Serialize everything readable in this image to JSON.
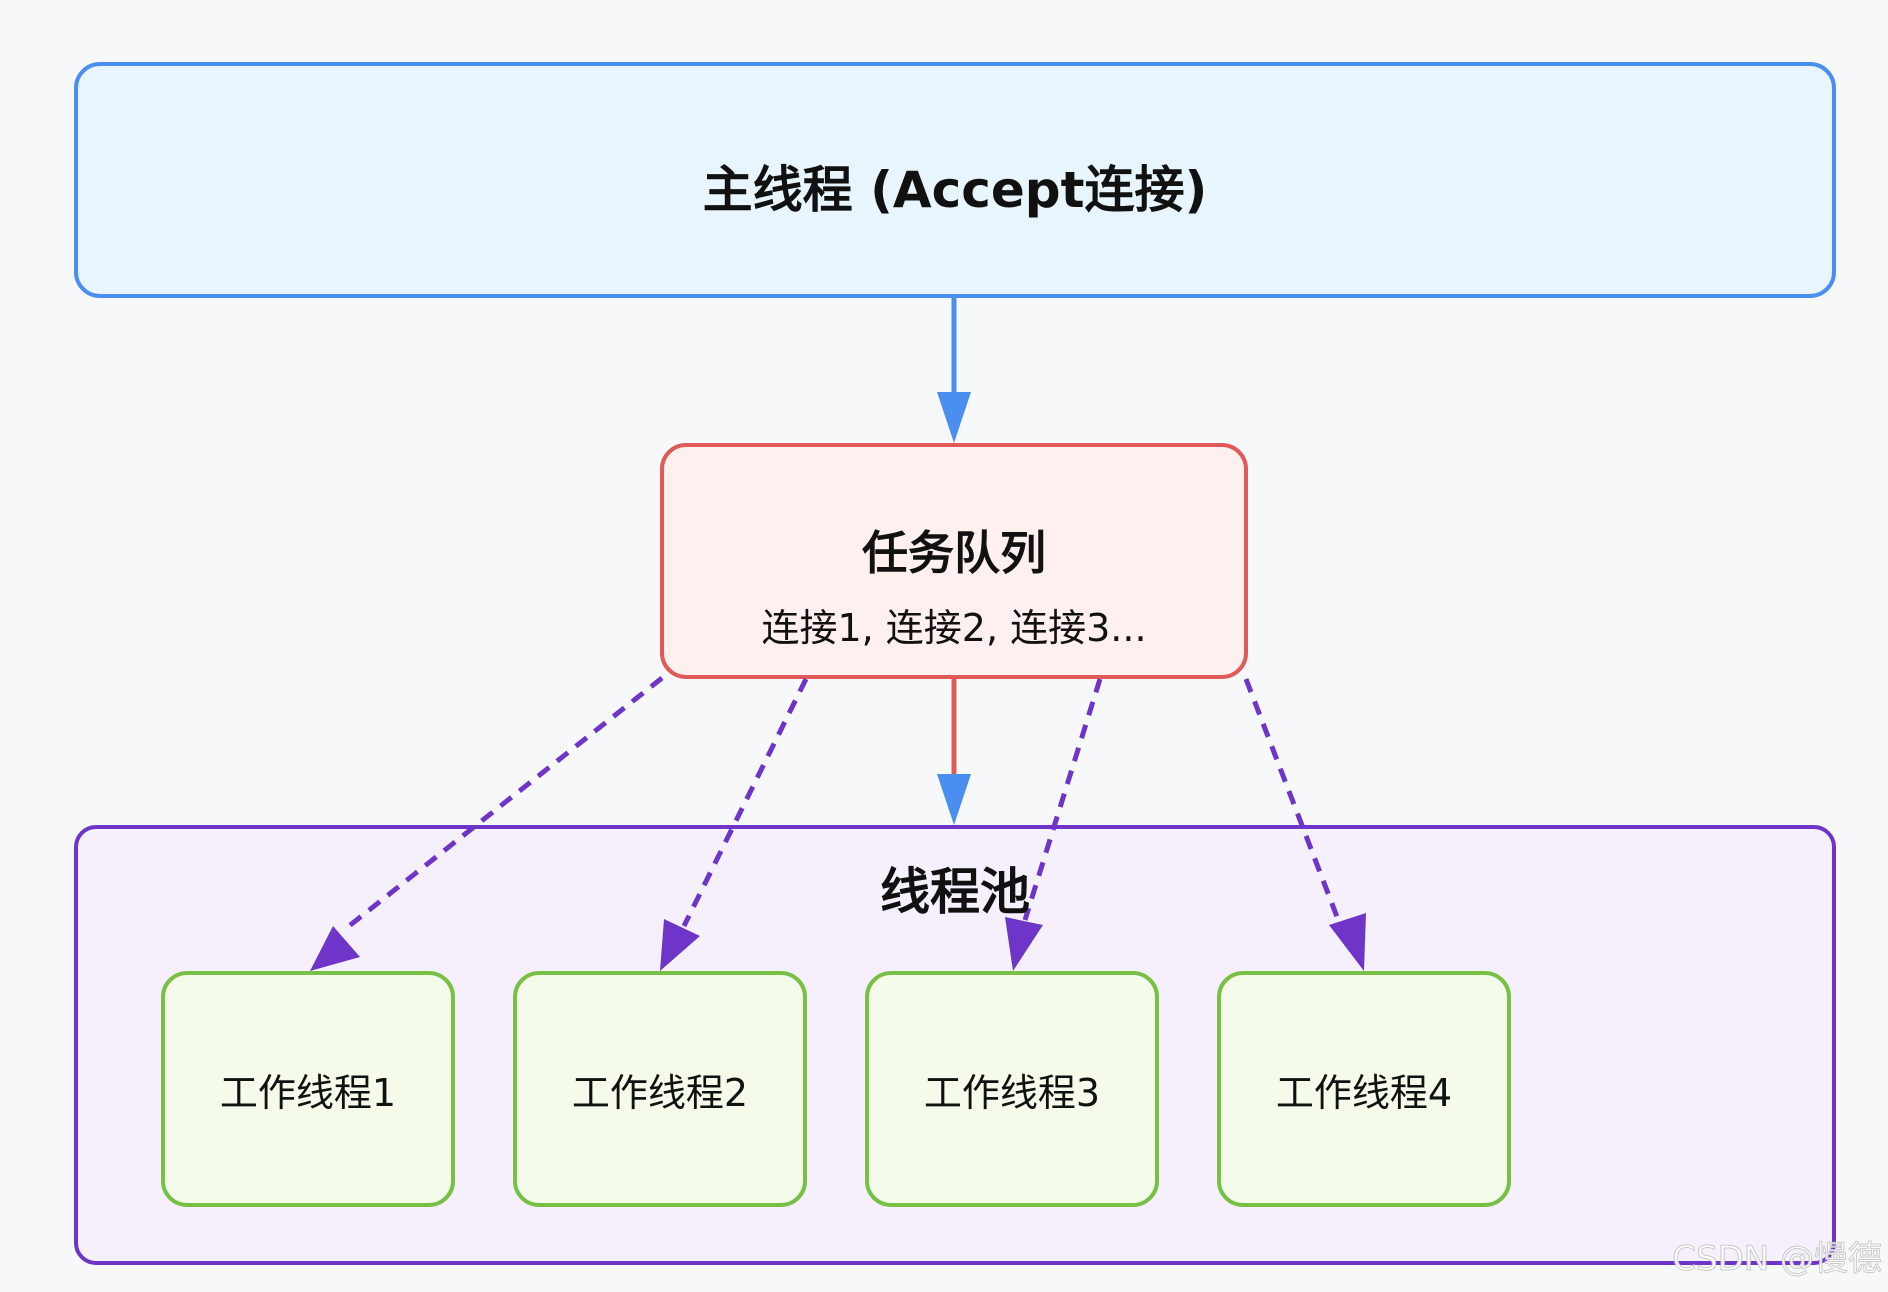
{
  "main_thread": {
    "label": "主线程 (Accept连接)"
  },
  "task_queue": {
    "title": "任务队列",
    "subtitle": "连接1, 连接2, 连接3..."
  },
  "thread_pool": {
    "title": "线程池"
  },
  "workers": [
    {
      "label": "工作线程1"
    },
    {
      "label": "工作线程2"
    },
    {
      "label": "工作线程3"
    },
    {
      "label": "工作线程4"
    }
  ],
  "watermark": "CSDN @慢德",
  "colors": {
    "main_border": "#4a8ef0",
    "main_fill": "#e8f5fd",
    "queue_border": "#e05a57",
    "queue_fill": "#fdf0ee",
    "pool_border": "#6f35c8",
    "pool_fill": "#f6f0fd",
    "worker_border": "#78c046",
    "worker_fill": "#f4fbea",
    "arrow_blue": "#4a8ef0",
    "arrow_red": "#e05a57",
    "arrow_purple": "#6f35c8"
  }
}
